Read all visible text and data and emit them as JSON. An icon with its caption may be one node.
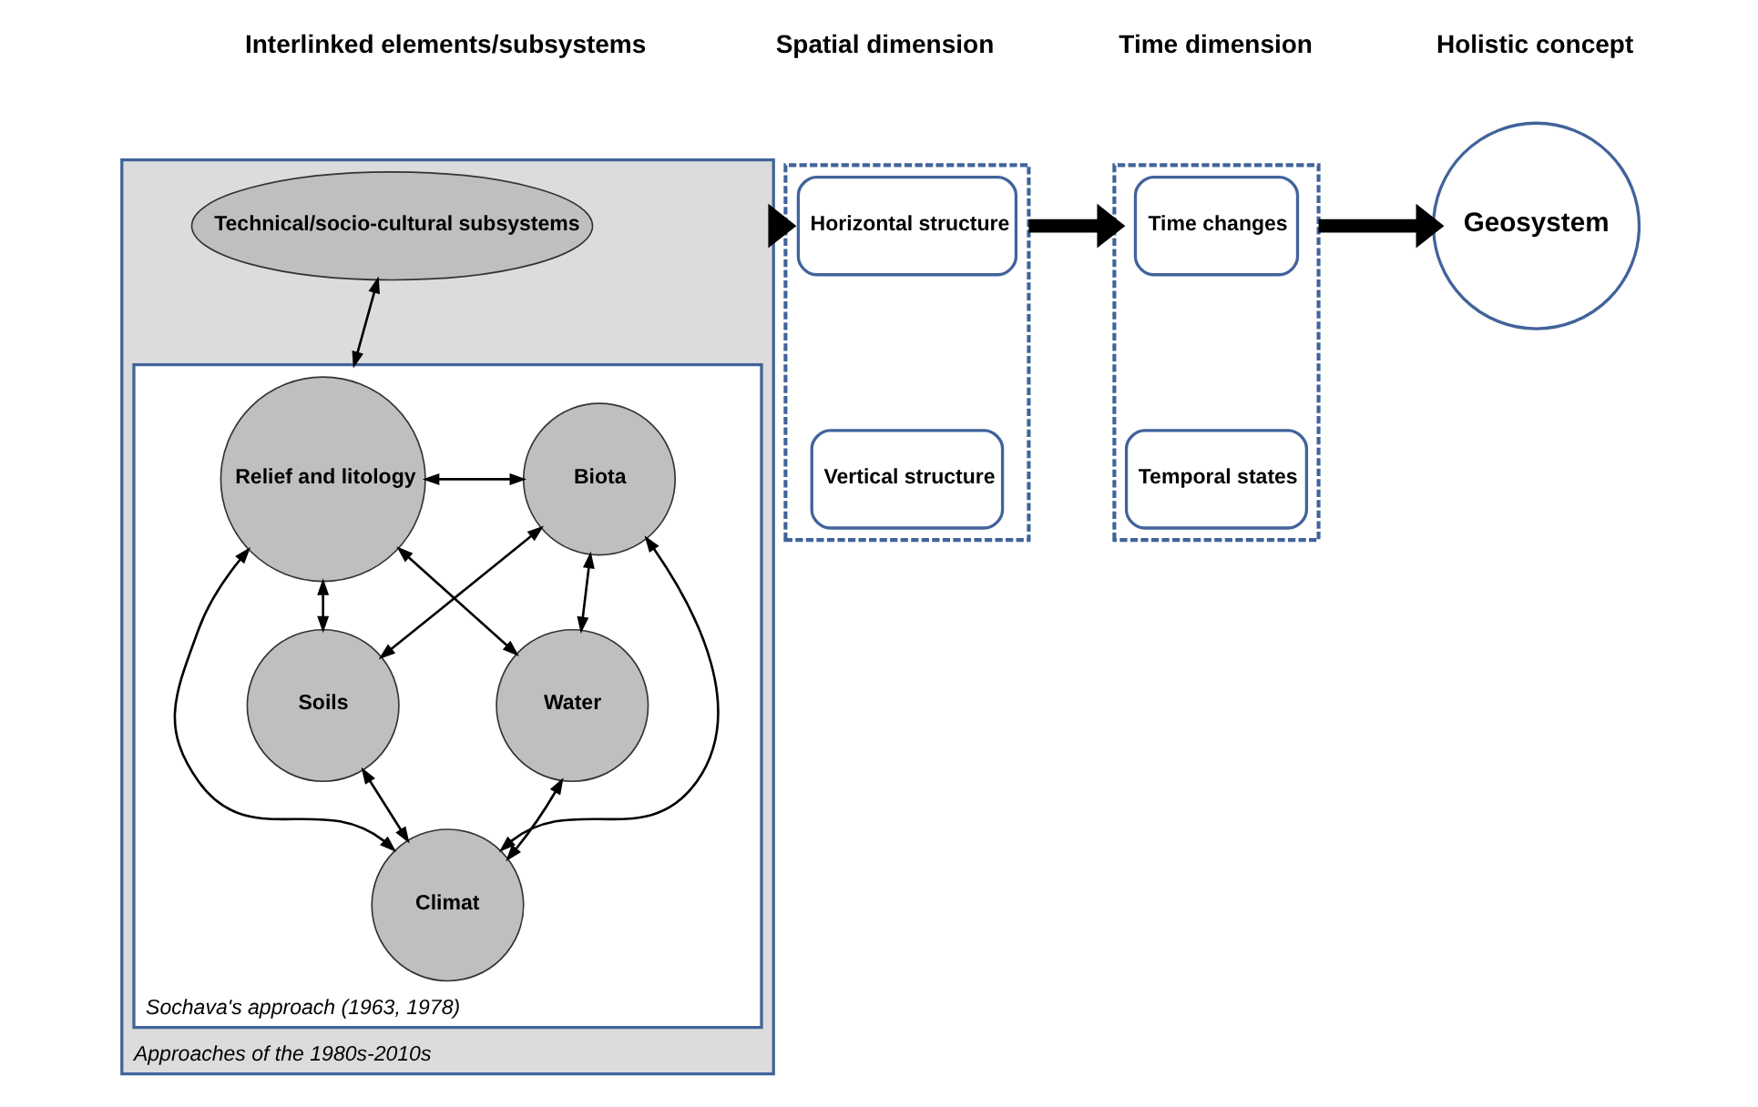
{
  "diagram": {
    "nodes": [
      {
        "text": [
          "Approaches of the 1980s-2010s"
        ]
      },
      {
        "text": [
          "Technical/socio-cultural subsystems"
        ],
        "in": 0
      },
      {
        "text": [
          "Sochava's approach (1963, 1978)"
        ],
        "in": 0
      },
      {
        "text": [
          "Relief and litology"
        ],
        "in": 2
      },
      {
        "text": [
          "Biota"
        ],
        "in": 2
      },
      {
        "text": [
          "Soils"
        ],
        "in": 2
      },
      {
        "text": [
          "Water"
        ],
        "in": 2
      },
      {
        "text": [
          "Climat"
        ],
        "in": 2
      },
      {
        "text": [],
        "shape": "box"
      },
      {
        "text": [
          "Horizontal structure"
        ],
        "in": 8
      },
      {
        "text": [
          "Vertical structure"
        ],
        "in": 8
      },
      {
        "text": [],
        "shape": "box"
      },
      {
        "text": [
          "Time changes"
        ],
        "in": 11
      },
      {
        "text": [
          "Temporal states"
        ],
        "in": 11
      },
      {
        "text": [
          "Geosystem"
        ]
      }
    ],
    "edges": [
      {
        "from": 1,
        "to": 2,
        "arrow": "both"
      },
      {
        "from": 3,
        "to": 4,
        "arrow": "both"
      },
      {
        "from": 3,
        "to": 5,
        "arrow": "both"
      },
      {
        "from": 3,
        "to": 7,
        "arrow": "both"
      },
      {
        "from": 3,
        "to": 6,
        "arrow": "both"
      },
      {
        "from": 4,
        "to": 5,
        "arrow": "both"
      },
      {
        "from": 4,
        "to": 7,
        "arrow": "both"
      },
      {
        "from": 4,
        "to": 6,
        "arrow": "both"
      },
      {
        "from": 5,
        "to": 7,
        "arrow": "both"
      },
      {
        "from": 7,
        "to": 6,
        "arrow": "both"
      },
      {
        "from": 0,
        "to": 8,
        "arrow": "to",
        "style": "thick"
      },
      {
        "from": 8,
        "to": 11,
        "arrow": "to",
        "style": "thick"
      },
      {
        "from": 11,
        "to": 14,
        "arrow": "to",
        "style": "thick"
      }
    ],
    "labels": [
      "Interlinked elements/subsystems",
      "Spatial dimension",
      "Time dimension",
      "Holistic concept"
    ]
  }
}
